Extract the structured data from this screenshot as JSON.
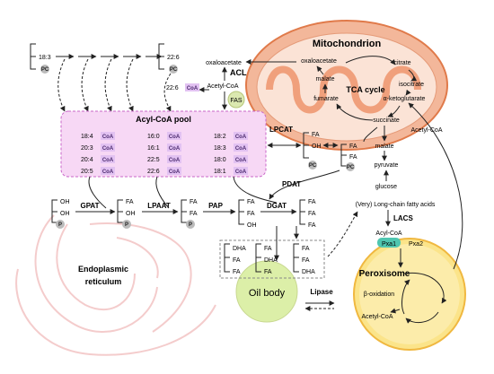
{
  "organelles": {
    "mitochondrion": "Mitochondrion",
    "tca": "TCA cycle",
    "er": "Endoplasmic",
    "er2": "reticulum",
    "oil_body": "Oil body",
    "peroxisome": "Peroxisome",
    "beta_oxidation": "β-oxidation"
  },
  "elongation": {
    "start_fa": "18:3",
    "end_fa": "22:6",
    "head": "PC"
  },
  "tca_metabolites": {
    "oxaloacetate": "oxaloacetate",
    "citrate": "citrate",
    "isocitrate": "isocitrate",
    "akg": "α-ketoglutarate",
    "succinate": "succinate",
    "fumarate": "fumarate",
    "malate": "malate",
    "acetyl_coa": "Acetyl-CoA"
  },
  "cytosol": {
    "oxaloacetate": "oxaloacetate",
    "acl": "ACL",
    "acetyl_coa": "Acetyl-CoA",
    "fas": "FAS",
    "acyl_226": "22:6",
    "malate": "malate",
    "pyruvate": "pyruvate",
    "glucose": "glucose",
    "lcfa": "(Very) Long-chain fatty acids",
    "lacs": "LACS",
    "acyl_coa": "Acyl-CoA",
    "pxa1": "Pxa1",
    "pxa2": "Pxa2",
    "perox_acetyl_coa": "Acetyl-CoA"
  },
  "acyl_pool": {
    "title": "Acyl-CoA pool",
    "coa": "CoA",
    "col1": [
      "18:4",
      "20:3",
      "20:4",
      "20:5"
    ],
    "col2": [
      "16:0",
      "16:1",
      "22:5",
      "22:6"
    ],
    "col3": [
      "18:2",
      "18:3",
      "18:0",
      "18:1"
    ]
  },
  "enzymes": {
    "gpat": "GPAT",
    "lpaat": "LPAAT",
    "pap": "PAP",
    "dgat": "DGAT",
    "lpcat": "LPCAT",
    "pdat": "PDAT",
    "lipase": "Lipase"
  },
  "lipids": {
    "oh": "OH",
    "fa": "FA",
    "dha": "DHA",
    "p": "P",
    "pc": "PC"
  },
  "colors": {
    "mito_fill": "#f3b79a",
    "mito_stroke": "#e07a4a",
    "pool_fill": "#f7d8f5",
    "pool_stroke": "#c866c8",
    "oil_fill": "#dcefa8",
    "perox_fill": "#fbe48a",
    "perox_stroke": "#f0b840",
    "pxa_fill": "#4fc6b0"
  }
}
